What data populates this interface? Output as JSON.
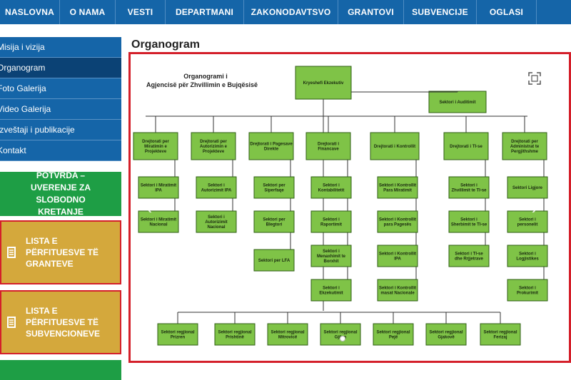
{
  "nav": {
    "items": [
      "NASLOVNA",
      "O NAMA",
      "VESTI",
      "DEPARTMANI",
      "ZAKONODAVTSVO",
      "GRANTOVI",
      "SUBVENCIJE",
      "OGLASI"
    ]
  },
  "sidebar": {
    "items": [
      {
        "label": "Misija i vizija",
        "active": false
      },
      {
        "label": "Organogram",
        "active": true
      },
      {
        "label": "Foto Galerija",
        "active": false
      },
      {
        "label": "Video Galerija",
        "active": false
      },
      {
        "label": "Izveštaji i publikacije",
        "active": false
      },
      {
        "label": "Kontakt",
        "active": false
      }
    ]
  },
  "promos": {
    "green_text": "POTVRDA – UVERENJE ZA SLOBODNO KRETANJE",
    "grants_text": "LISTA E PËRFITUESVE TË GRANTEVE",
    "subsidies_text": "LISTA E PËRFITUESVE TË SUBVENCIONEVE"
  },
  "page": {
    "heading": "Organogram"
  },
  "chart": {
    "title_line1": "Organogrami i",
    "title_line2": "Agjencisë për Zhvillimin e Bujqësisë",
    "executive": "Kryeshefi Ekzekutiv",
    "audit": "Sektori i Auditimit",
    "directorates": [
      {
        "lines": [
          "Drejtorati per",
          "Miratimin e",
          "Projekteve"
        ],
        "sectors": [
          [
            "Sektori i Miratimit",
            "IPA"
          ],
          [
            "Sektori i Miratimit",
            "Nacional"
          ]
        ]
      },
      {
        "lines": [
          "Drejtorati per",
          "Autorizimin e",
          "Projekteve"
        ],
        "sectors": [
          [
            "Sektori i",
            "Autorizimit IPA"
          ],
          [
            "Sektori i",
            "Autorizimit",
            "Nacional"
          ]
        ]
      },
      {
        "lines": [
          "Drejtorati i Pagesave",
          "Direkte"
        ],
        "sectors": [
          [
            "Sektori per",
            "Siperfaqe"
          ],
          [
            "Sektori per",
            "Blegtori"
          ],
          [
            "Sektori per LFA"
          ]
        ]
      },
      {
        "lines": [
          "Drejtorati i",
          "Financave"
        ],
        "sectors": [
          [
            "Sektori i",
            "Kontabilitetit"
          ],
          [
            "Sektori i",
            "Raportimit"
          ],
          [
            "Sektori i",
            "Menaxhimit te",
            "Borxhit"
          ],
          [
            "Sektori i",
            "Ekzekutimit"
          ]
        ]
      },
      {
        "lines": [
          "Drejtorati i Kontrollit"
        ],
        "sectors": [
          [
            "Sektori i Kontrollit",
            "Para Miratimit"
          ],
          [
            "Sektori i Kontrollit",
            "para Pagesës"
          ],
          [
            "Sektori i Kontrollit",
            "IPA"
          ],
          [
            "Sektori i Kontrollit",
            "masat Nacionale"
          ]
        ]
      },
      {
        "lines": [
          "Drejtorati i TI-se"
        ],
        "sectors": [
          [
            "Sektori i",
            "Zhvillimit te TI-se"
          ],
          [
            "Sektori i",
            "Sherbimit te TI-se"
          ],
          [
            "Sektori i TI-se",
            "dhe Rrjjetrave"
          ]
        ]
      },
      {
        "lines": [
          "Drejtorati per",
          "Administrat te",
          "Pergjithshme"
        ],
        "sectors": [
          [
            "Sektori Ligjore"
          ],
          [
            "Sektori i",
            "personelit"
          ],
          [
            "Sektori i",
            "Logjistikes"
          ],
          [
            "Sektori i",
            "Prokurimit"
          ]
        ]
      }
    ],
    "regional": [
      [
        "Sektori regjional",
        "Prizren"
      ],
      [
        "Sektori regjional",
        "Prishtinë"
      ],
      [
        "Sektori regjional",
        "Mitrovicë"
      ],
      [
        "Sektori regjional",
        "Gjilan"
      ],
      [
        "Sektori regjional",
        "Pejë"
      ],
      [
        "Sektori regjional",
        "Gjakovë"
      ],
      [
        "Sektori regjional",
        "Ferizaj"
      ]
    ]
  },
  "slider": {
    "prev_icon": "chevron-left-icon",
    "next_icon": "chevron-right-icon",
    "expand_icon": "fullscreen-icon"
  }
}
